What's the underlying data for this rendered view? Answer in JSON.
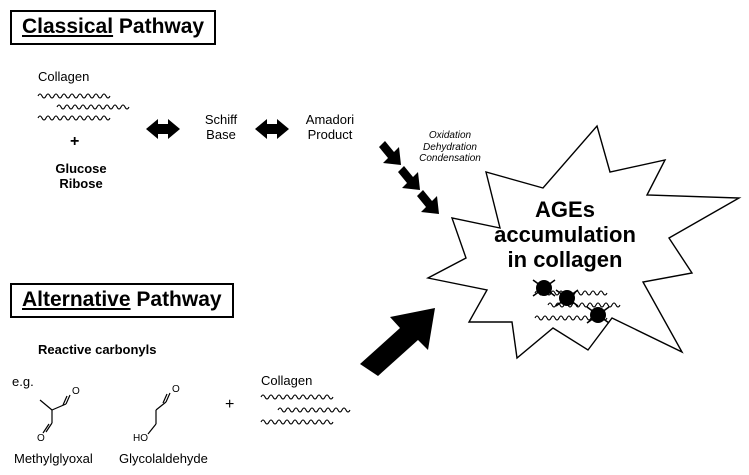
{
  "classical": {
    "title_underlined": "Classical",
    "title_rest": " Pathway"
  },
  "alternative": {
    "title_underlined": "Alternative",
    "title_rest": " Pathway"
  },
  "collagen_label": "Collagen",
  "plus": "+",
  "sugars": {
    "line1": "Glucose",
    "line2": "Ribose"
  },
  "schiff": {
    "line1": "Schiff",
    "line2": "Base"
  },
  "amadori": {
    "line1": "Amadori",
    "line2": "Product"
  },
  "processes": {
    "line1": "Oxidation",
    "line2": "Dehydration",
    "line3": "Condensation"
  },
  "ages": {
    "line1": "AGEs",
    "line2": "accumulation",
    "line3": "in collagen"
  },
  "reactive": "Reactive carbonyls",
  "eg": "e.g.",
  "compounds": {
    "methylglyoxal": "Methylglyoxal",
    "glycolaldehyde": "Glycolaldehyde",
    "o_label": "O",
    "ho_label": "HO"
  }
}
